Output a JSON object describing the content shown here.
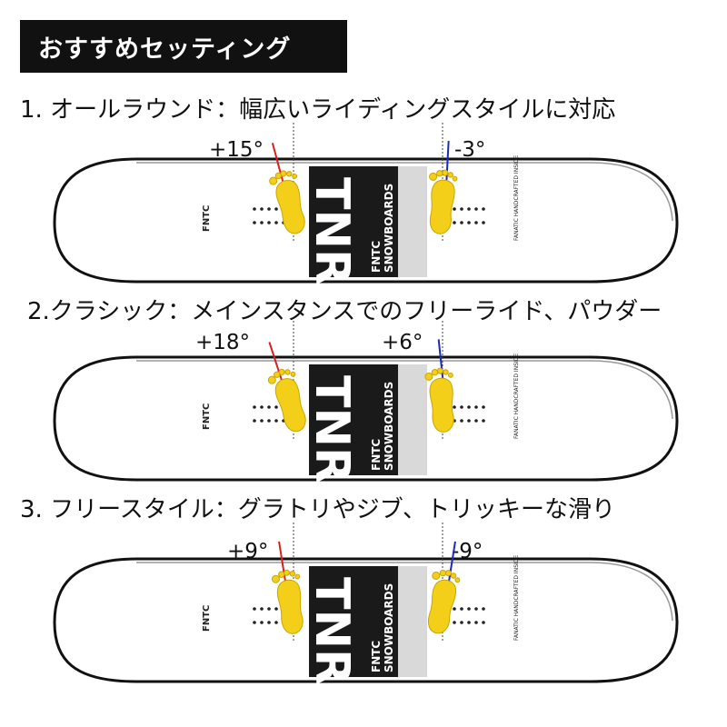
{
  "header": {
    "title": "おすすめセッティング"
  },
  "colors": {
    "front_line": "#d81e1e",
    "back_line": "#1a2bb8",
    "foot": "#f4cf1a"
  },
  "board_graphic": {
    "logo_left": "FNTC",
    "big_letters": "TNR",
    "vertical_text_1": "FNTC",
    "vertical_text_2": "SNOWBOARDS",
    "tail_text": "FANATIC HANDCRAFTED INSIDE"
  },
  "settings": [
    {
      "title": "1. オールラウンド：幅広いライディングスタイルに対応",
      "front_angle": "+15°",
      "back_angle": "-3°",
      "front_deg": 15,
      "back_deg": -3
    },
    {
      "title": "2.クラシック：メインスタンスでのフリーライド、パウダー",
      "front_angle": "+18°",
      "back_angle": "+6°",
      "front_deg": 18,
      "back_deg": 6
    },
    {
      "title": "3.  フリースタイル：グラトリやジブ、トリッキーな滑り",
      "front_angle": "+9°",
      "back_angle": "-9°",
      "front_deg": 9,
      "back_deg": -9
    }
  ]
}
